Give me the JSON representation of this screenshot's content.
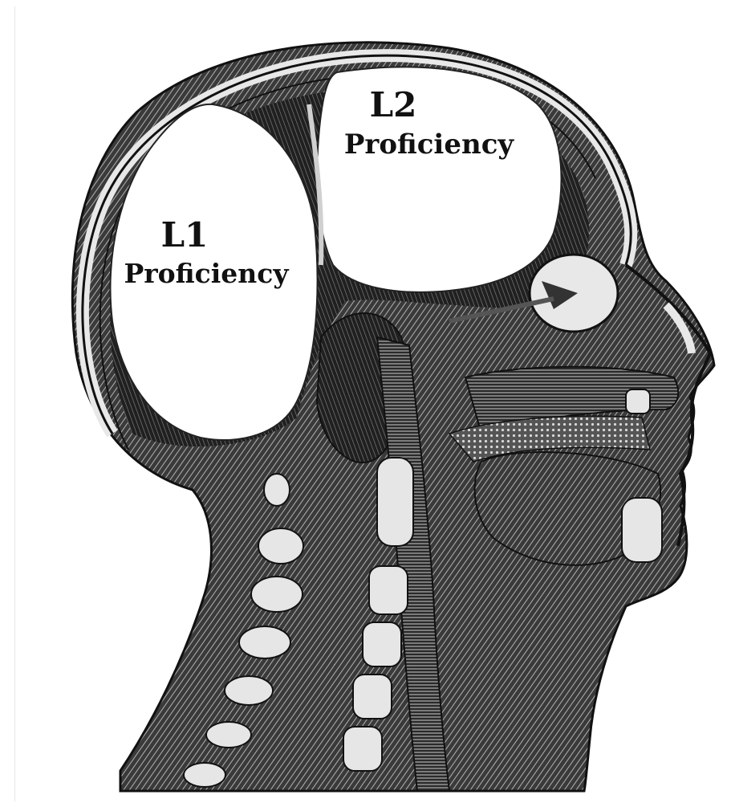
{
  "regions": {
    "l1": {
      "code": "L1",
      "word": "Proficiency"
    },
    "l2": {
      "code": "L2",
      "word": "Proficiency"
    }
  },
  "colors": {
    "ink": "#111111",
    "mid": "#4a4a4a",
    "light": "#9a9a9a",
    "paper": "#ffffff"
  }
}
